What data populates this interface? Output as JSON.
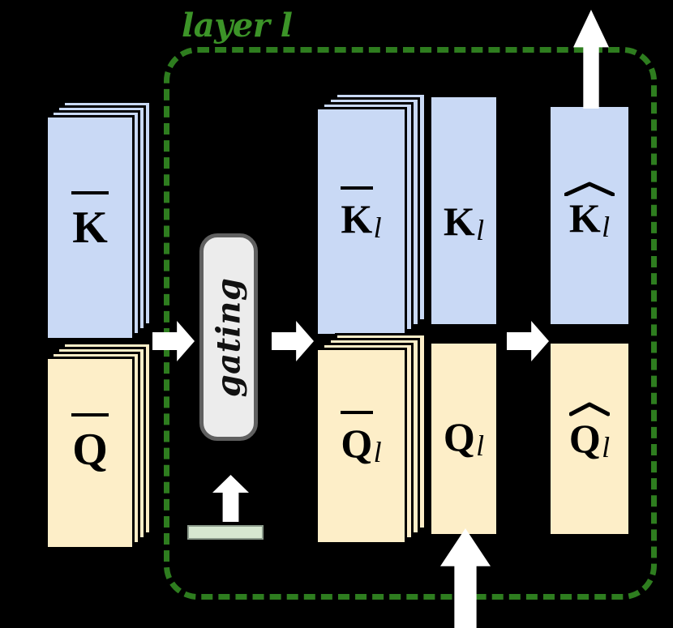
{
  "diagram": {
    "title": "layer l gating architecture",
    "background_color": "#000000",
    "layer_boundary": {
      "label": "layer l",
      "color": "#2e7d1f",
      "style": "dashed rounded rectangle"
    },
    "colors": {
      "key_fill": "#c9d9f5",
      "query_fill": "#fdeec8",
      "gating_fill": "#ececec",
      "gating_border": "#606060",
      "arrow": "#ffffff",
      "boundary_green": "#2e7d1f",
      "label_green": "#3c9428",
      "input_bar_green": "#d6e7d0",
      "outline": "#000000"
    },
    "nodes": [
      {
        "id": "k-bar-input",
        "base": "K",
        "accent": "overline",
        "subscript": "",
        "label": "K̄",
        "kind": "key",
        "stacked": true
      },
      {
        "id": "q-bar-input",
        "base": "Q",
        "accent": "overline",
        "subscript": "",
        "label": "Q̄",
        "kind": "query",
        "stacked": true
      },
      {
        "id": "gating",
        "label": "gating",
        "kind": "module",
        "stacked": false
      },
      {
        "id": "k-bar-l",
        "base": "K",
        "accent": "overline",
        "subscript": "l",
        "label": "K̄ l",
        "kind": "key",
        "stacked": true
      },
      {
        "id": "q-bar-l",
        "base": "Q",
        "accent": "overline",
        "subscript": "l",
        "label": "Q̄ l",
        "kind": "query",
        "stacked": true
      },
      {
        "id": "k-l",
        "base": "K",
        "accent": "none",
        "subscript": "l",
        "label": "K l",
        "kind": "key",
        "stacked": false
      },
      {
        "id": "q-l",
        "base": "Q",
        "accent": "none",
        "subscript": "l",
        "label": "Q l",
        "kind": "query",
        "stacked": false
      },
      {
        "id": "k-hat-l",
        "base": "K",
        "accent": "hat",
        "subscript": "l",
        "label": "K̂ l",
        "kind": "key",
        "stacked": false
      },
      {
        "id": "q-hat-l",
        "base": "Q",
        "accent": "hat",
        "subscript": "l",
        "label": "Q̂ l",
        "kind": "query",
        "stacked": false
      }
    ],
    "arrows": [
      {
        "id": "arrow-inputs-to-gating",
        "direction": "right"
      },
      {
        "id": "arrow-gating-to-bar-l",
        "direction": "right"
      },
      {
        "id": "arrow-to-hat-outputs",
        "direction": "right"
      },
      {
        "id": "arrow-gating-input",
        "direction": "up"
      },
      {
        "id": "arrow-query-input",
        "direction": "up"
      },
      {
        "id": "arrow-key-output",
        "direction": "up"
      }
    ],
    "input_bar": {
      "id": "gating-signal-bar",
      "color": "#d6e7d0"
    }
  }
}
